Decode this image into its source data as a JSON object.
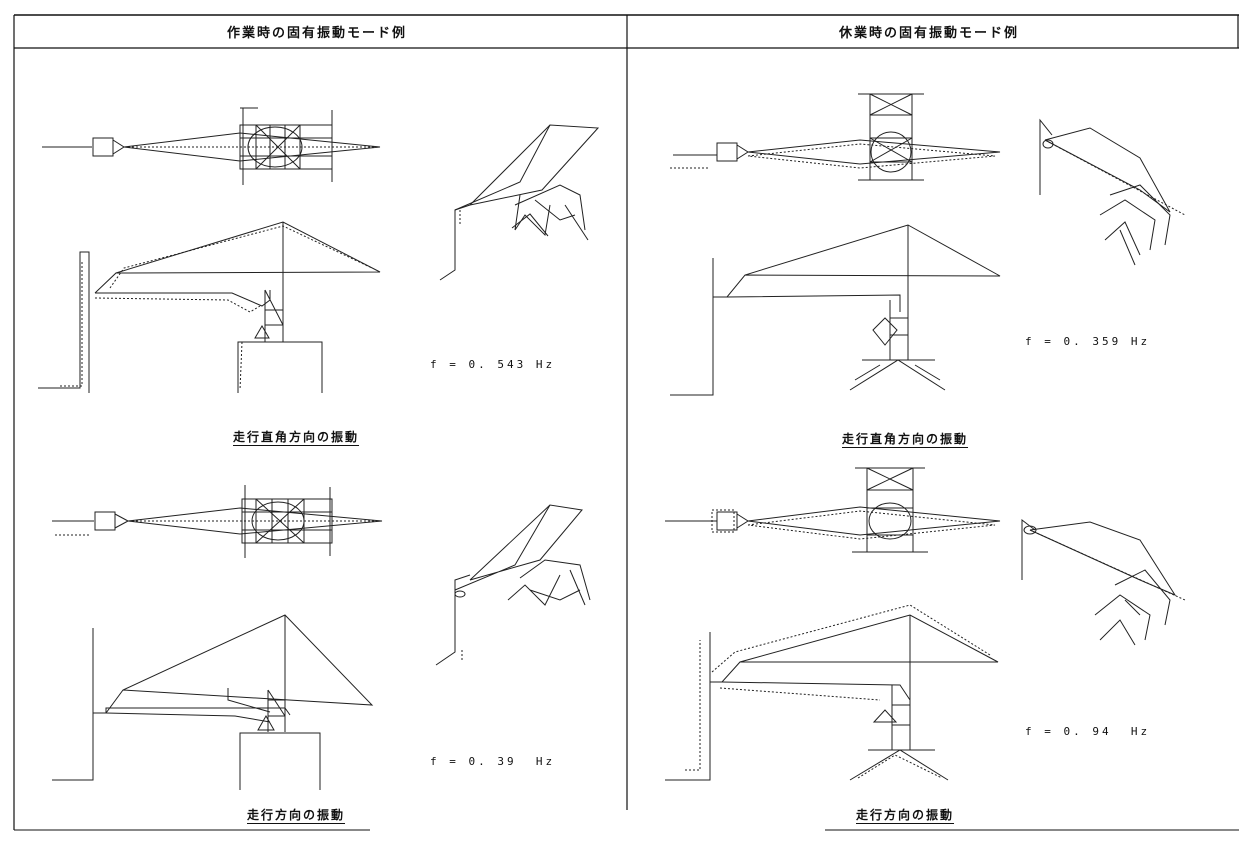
{
  "panels": [
    {
      "title": "作業時の固有振動モード例",
      "modes": [
        {
          "caption": "走行直角方向の振動",
          "frequency": "f = 0. 543 Hz"
        },
        {
          "caption": "走行方向の振動",
          "frequency": "f = 0. 39  Hz"
        }
      ]
    },
    {
      "title": "休業時の固有振動モード例",
      "modes": [
        {
          "caption": "走行直角方向の振動",
          "frequency": "f = 0. 359 Hz"
        },
        {
          "caption": "走行方向の振動",
          "frequency": "f = 0. 94  Hz"
        }
      ]
    }
  ]
}
